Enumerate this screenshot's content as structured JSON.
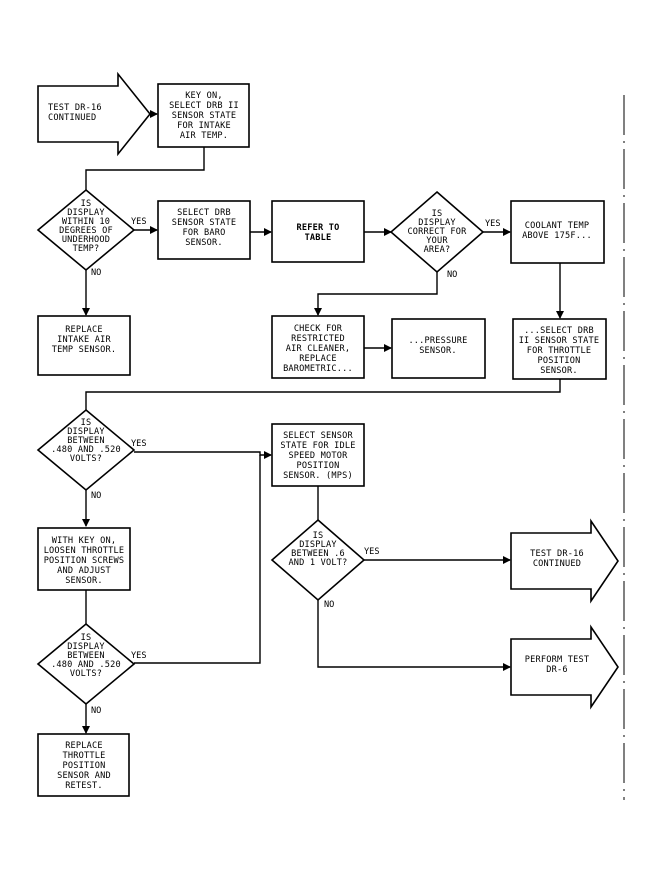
{
  "flowchart": {
    "start_arrow": [
      "TEST DR-16",
      "CONTINUED"
    ],
    "key_on": [
      "KEY ON,",
      "SELECT DRB II",
      "SENSOR STATE",
      "FOR INTAKE",
      "AIR TEMP."
    ],
    "is_display_underhood": [
      "IS",
      "DISPLAY",
      "WITHIN 10",
      "DEGREES OF",
      "UNDERHOOD",
      "TEMP?"
    ],
    "select_baro": [
      "SELECT DRB",
      "SENSOR STATE",
      "FOR BARO",
      "SENSOR."
    ],
    "refer_table": [
      "REFER TO",
      "TABLE"
    ],
    "is_display_correct": [
      "IS",
      "DISPLAY",
      "CORRECT FOR",
      "YOUR",
      "AREA?"
    ],
    "coolant_temp": [
      "COOLANT TEMP",
      "ABOVE 175F..."
    ],
    "replace_intake": [
      "REPLACE",
      "INTAKE AIR",
      "TEMP SENSOR."
    ],
    "check_restricted": [
      "CHECK FOR",
      "RESTRICTED",
      "AIR CLEANER,",
      "REPLACE",
      "BAROMETRIC..."
    ],
    "pressure_sensor": [
      "...PRESSURE",
      "SENSOR."
    ],
    "select_throttle": [
      "...SELECT DRB",
      "II SENSOR STATE",
      "FOR THROTTLE",
      "POSITION",
      "SENSOR."
    ],
    "is_display_480_a": [
      "IS",
      "DISPLAY",
      "BETWEEN",
      ".480 AND .520",
      "VOLTS?"
    ],
    "select_idle": [
      "SELECT SENSOR",
      "STATE FOR IDLE",
      "SPEED MOTOR",
      "POSITION",
      "SENSOR. (MPS)"
    ],
    "with_key_on": [
      "WITH KEY ON,",
      "LOOSEN THROTTLE",
      "POSITION SCREWS",
      "AND ADJUST",
      "SENSOR."
    ],
    "is_display_6": [
      "IS",
      "DISPLAY",
      "BETWEEN .6",
      "AND 1 VOLT?"
    ],
    "test_dr16_end": [
      "TEST DR-16",
      "CONTINUED"
    ],
    "is_display_480_b": [
      "IS",
      "DISPLAY",
      "BETWEEN",
      ".480 AND .520",
      "VOLTS?"
    ],
    "perform_test": [
      "PERFORM TEST",
      "DR-6"
    ],
    "replace_throttle": [
      "REPLACE",
      "THROTTLE",
      "POSITION",
      "SENSOR AND",
      "RETEST."
    ]
  },
  "labels": {
    "yes": "YES",
    "no": "NO"
  }
}
